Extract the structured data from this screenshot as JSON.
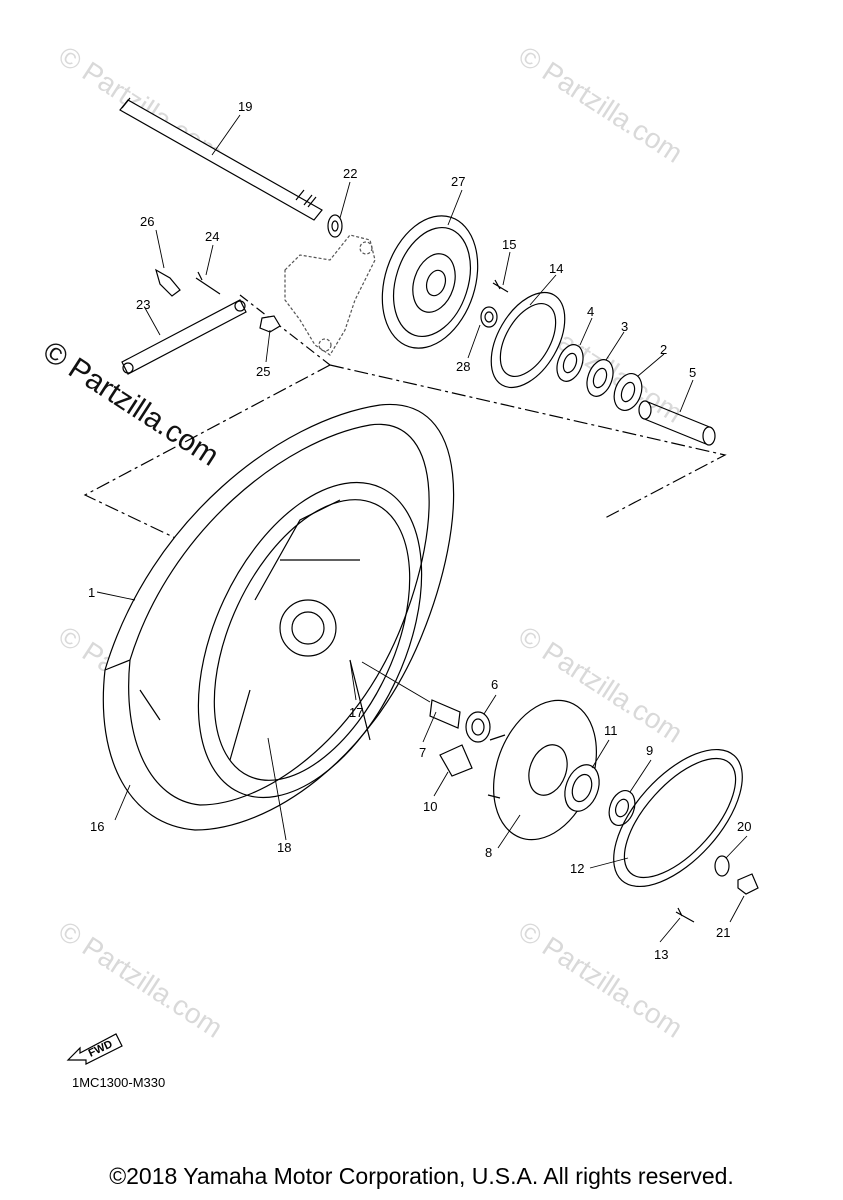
{
  "watermark": "© Partzilla.com",
  "part_numbers": [
    "1",
    "2",
    "3",
    "4",
    "5",
    "6",
    "7",
    "8",
    "9",
    "10",
    "11",
    "12",
    "13",
    "14",
    "15",
    "16",
    "17",
    "18",
    "19",
    "20",
    "21",
    "22",
    "23",
    "24",
    "25",
    "26",
    "27",
    "28"
  ],
  "fwd_label": "FWD",
  "diagram_code": "1MC1300-M330",
  "copyright": "©2018 Yamaha Motor Corporation, U.S.A. All rights reserved."
}
